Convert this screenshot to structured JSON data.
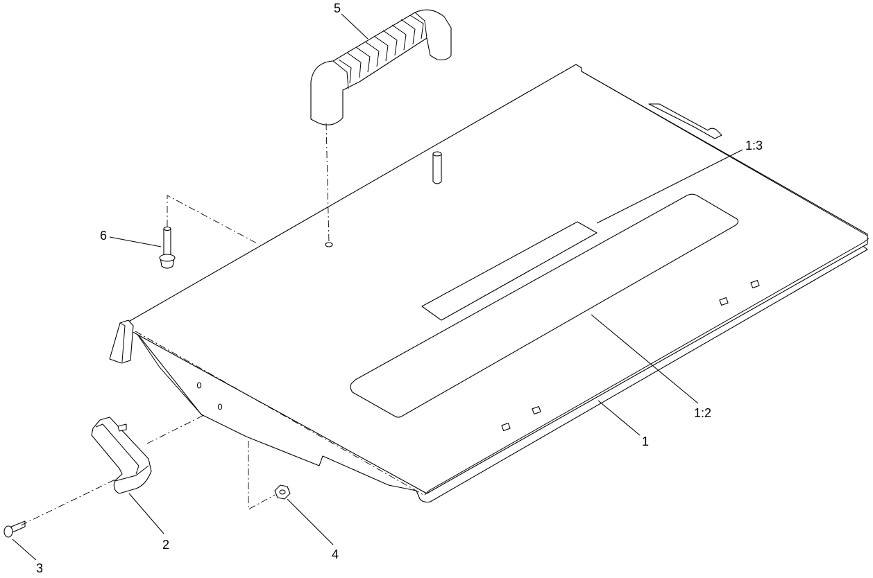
{
  "callouts": [
    {
      "id": "1",
      "label": "1"
    },
    {
      "id": "1-2",
      "label": "1:2"
    },
    {
      "id": "1-3",
      "label": "1:3"
    },
    {
      "id": "2",
      "label": "2"
    },
    {
      "id": "3",
      "label": "3"
    },
    {
      "id": "4",
      "label": "4"
    },
    {
      "id": "5",
      "label": "5"
    },
    {
      "id": "6",
      "label": "6"
    }
  ],
  "parts": {
    "plate": "part-1-plate",
    "decal_large": "part-1-2-decal",
    "decal_small": "part-1-3-decal",
    "latch": "part-2-latch",
    "screw": "part-3-screw",
    "nut": "part-4-nut",
    "handle": "part-5-handle",
    "bolt": "part-6-bolt"
  },
  "colors": {
    "line": "#000000",
    "background": "#ffffff",
    "part_fill": "#ffffff",
    "shade": "#9a9a9a"
  }
}
